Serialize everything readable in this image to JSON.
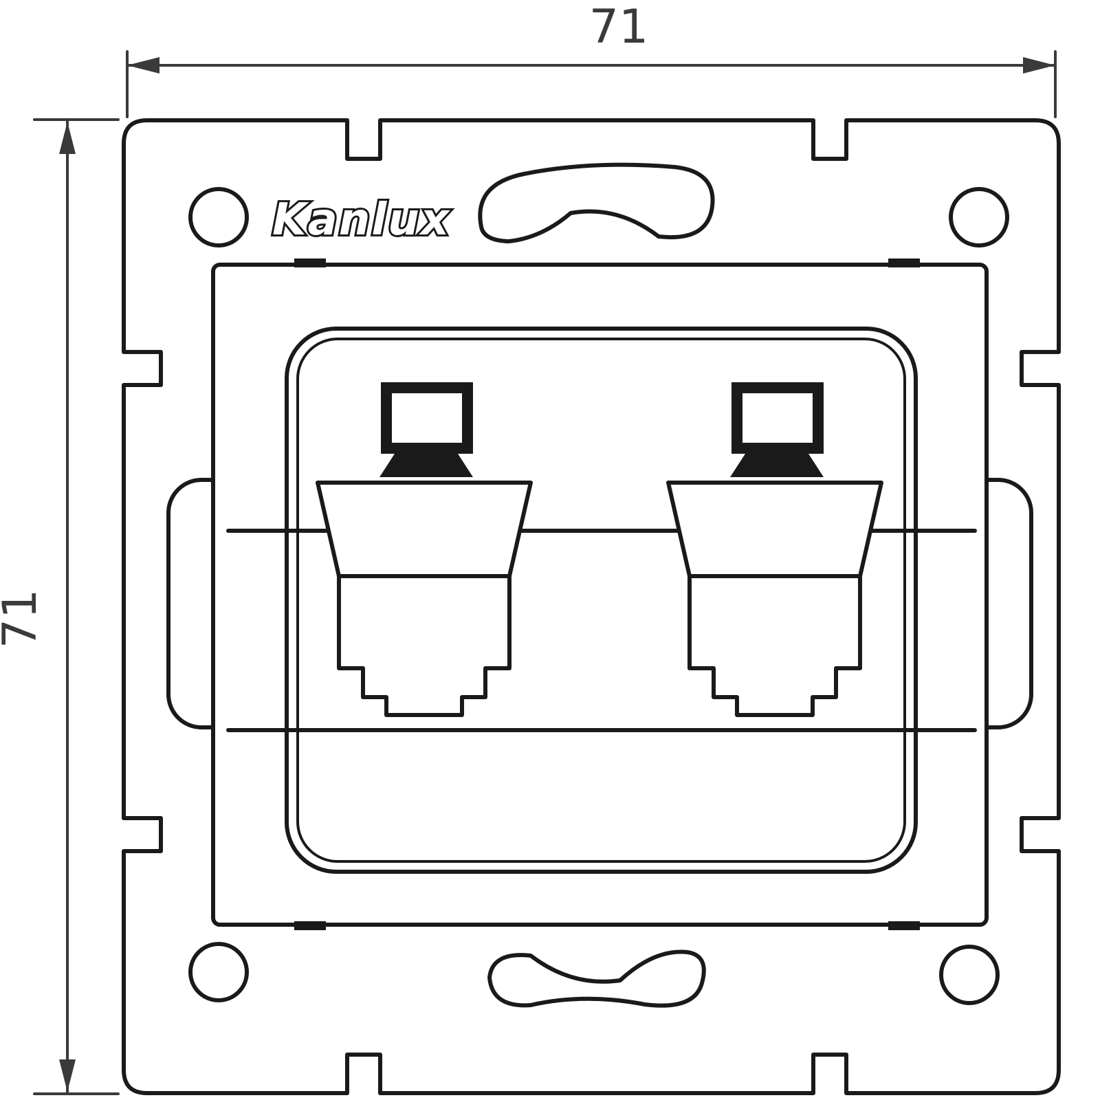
{
  "drawing": {
    "type": "dimensional-technical-drawing",
    "subject": "wall-mounted double data socket mounting frame"
  },
  "dimensions": {
    "width_label": "71",
    "height_label": "71"
  },
  "brand": {
    "logo_text": "Kanlux"
  },
  "icons": {
    "computer_icon": "monitor-with-keyboard glyph above each jack",
    "rj45_jack_icon": "ethernet socket stepped outline"
  },
  "colors": {
    "line_color": "#1a1a1a",
    "background_color": "#ffffff",
    "dimension_text_color": "#3a3a3a"
  }
}
